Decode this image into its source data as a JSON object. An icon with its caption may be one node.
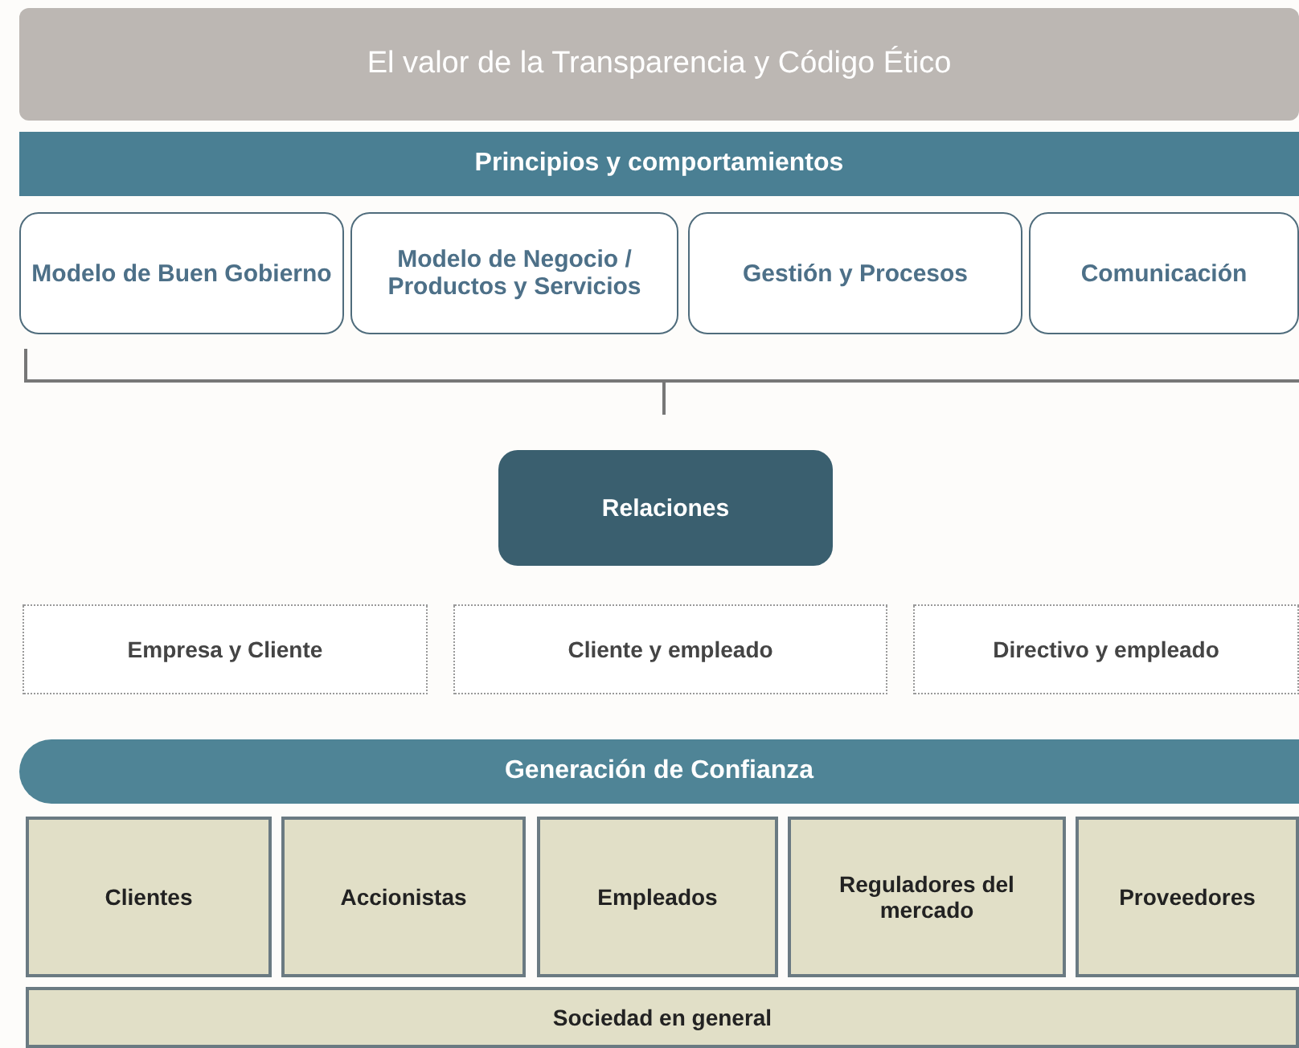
{
  "diagram": {
    "nodes": [
      {
        "text": [
          "El valor de la Transparencia y Código Ético"
        ]
      },
      {
        "text": [
          "Principios y comportamientos"
        ]
      },
      {
        "text": [
          "Modelo de Buen Gobierno"
        ]
      },
      {
        "text": [
          "Modelo de Negocio / Productos y Servicios"
        ]
      },
      {
        "text": [
          "Gestión y Procesos"
        ]
      },
      {
        "text": [
          "Comunicación"
        ]
      },
      {
        "text": [
          "Relaciones"
        ]
      },
      {
        "text": [
          "Empresa y Cliente"
        ]
      },
      {
        "text": [
          "Cliente  y empleado"
        ]
      },
      {
        "text": [
          "Directivo y empleado"
        ]
      },
      {
        "text": [
          "Generación de Confianza"
        ]
      },
      {
        "text": [
          "Clientes"
        ]
      },
      {
        "text": [
          "Accionistas"
        ]
      },
      {
        "text": [
          "Empleados"
        ]
      },
      {
        "text": [
          "Reguladores del mercado"
        ]
      },
      {
        "text": [
          "Proveedores"
        ]
      },
      {
        "text": [
          "Sociedad en general"
        ]
      }
    ]
  }
}
